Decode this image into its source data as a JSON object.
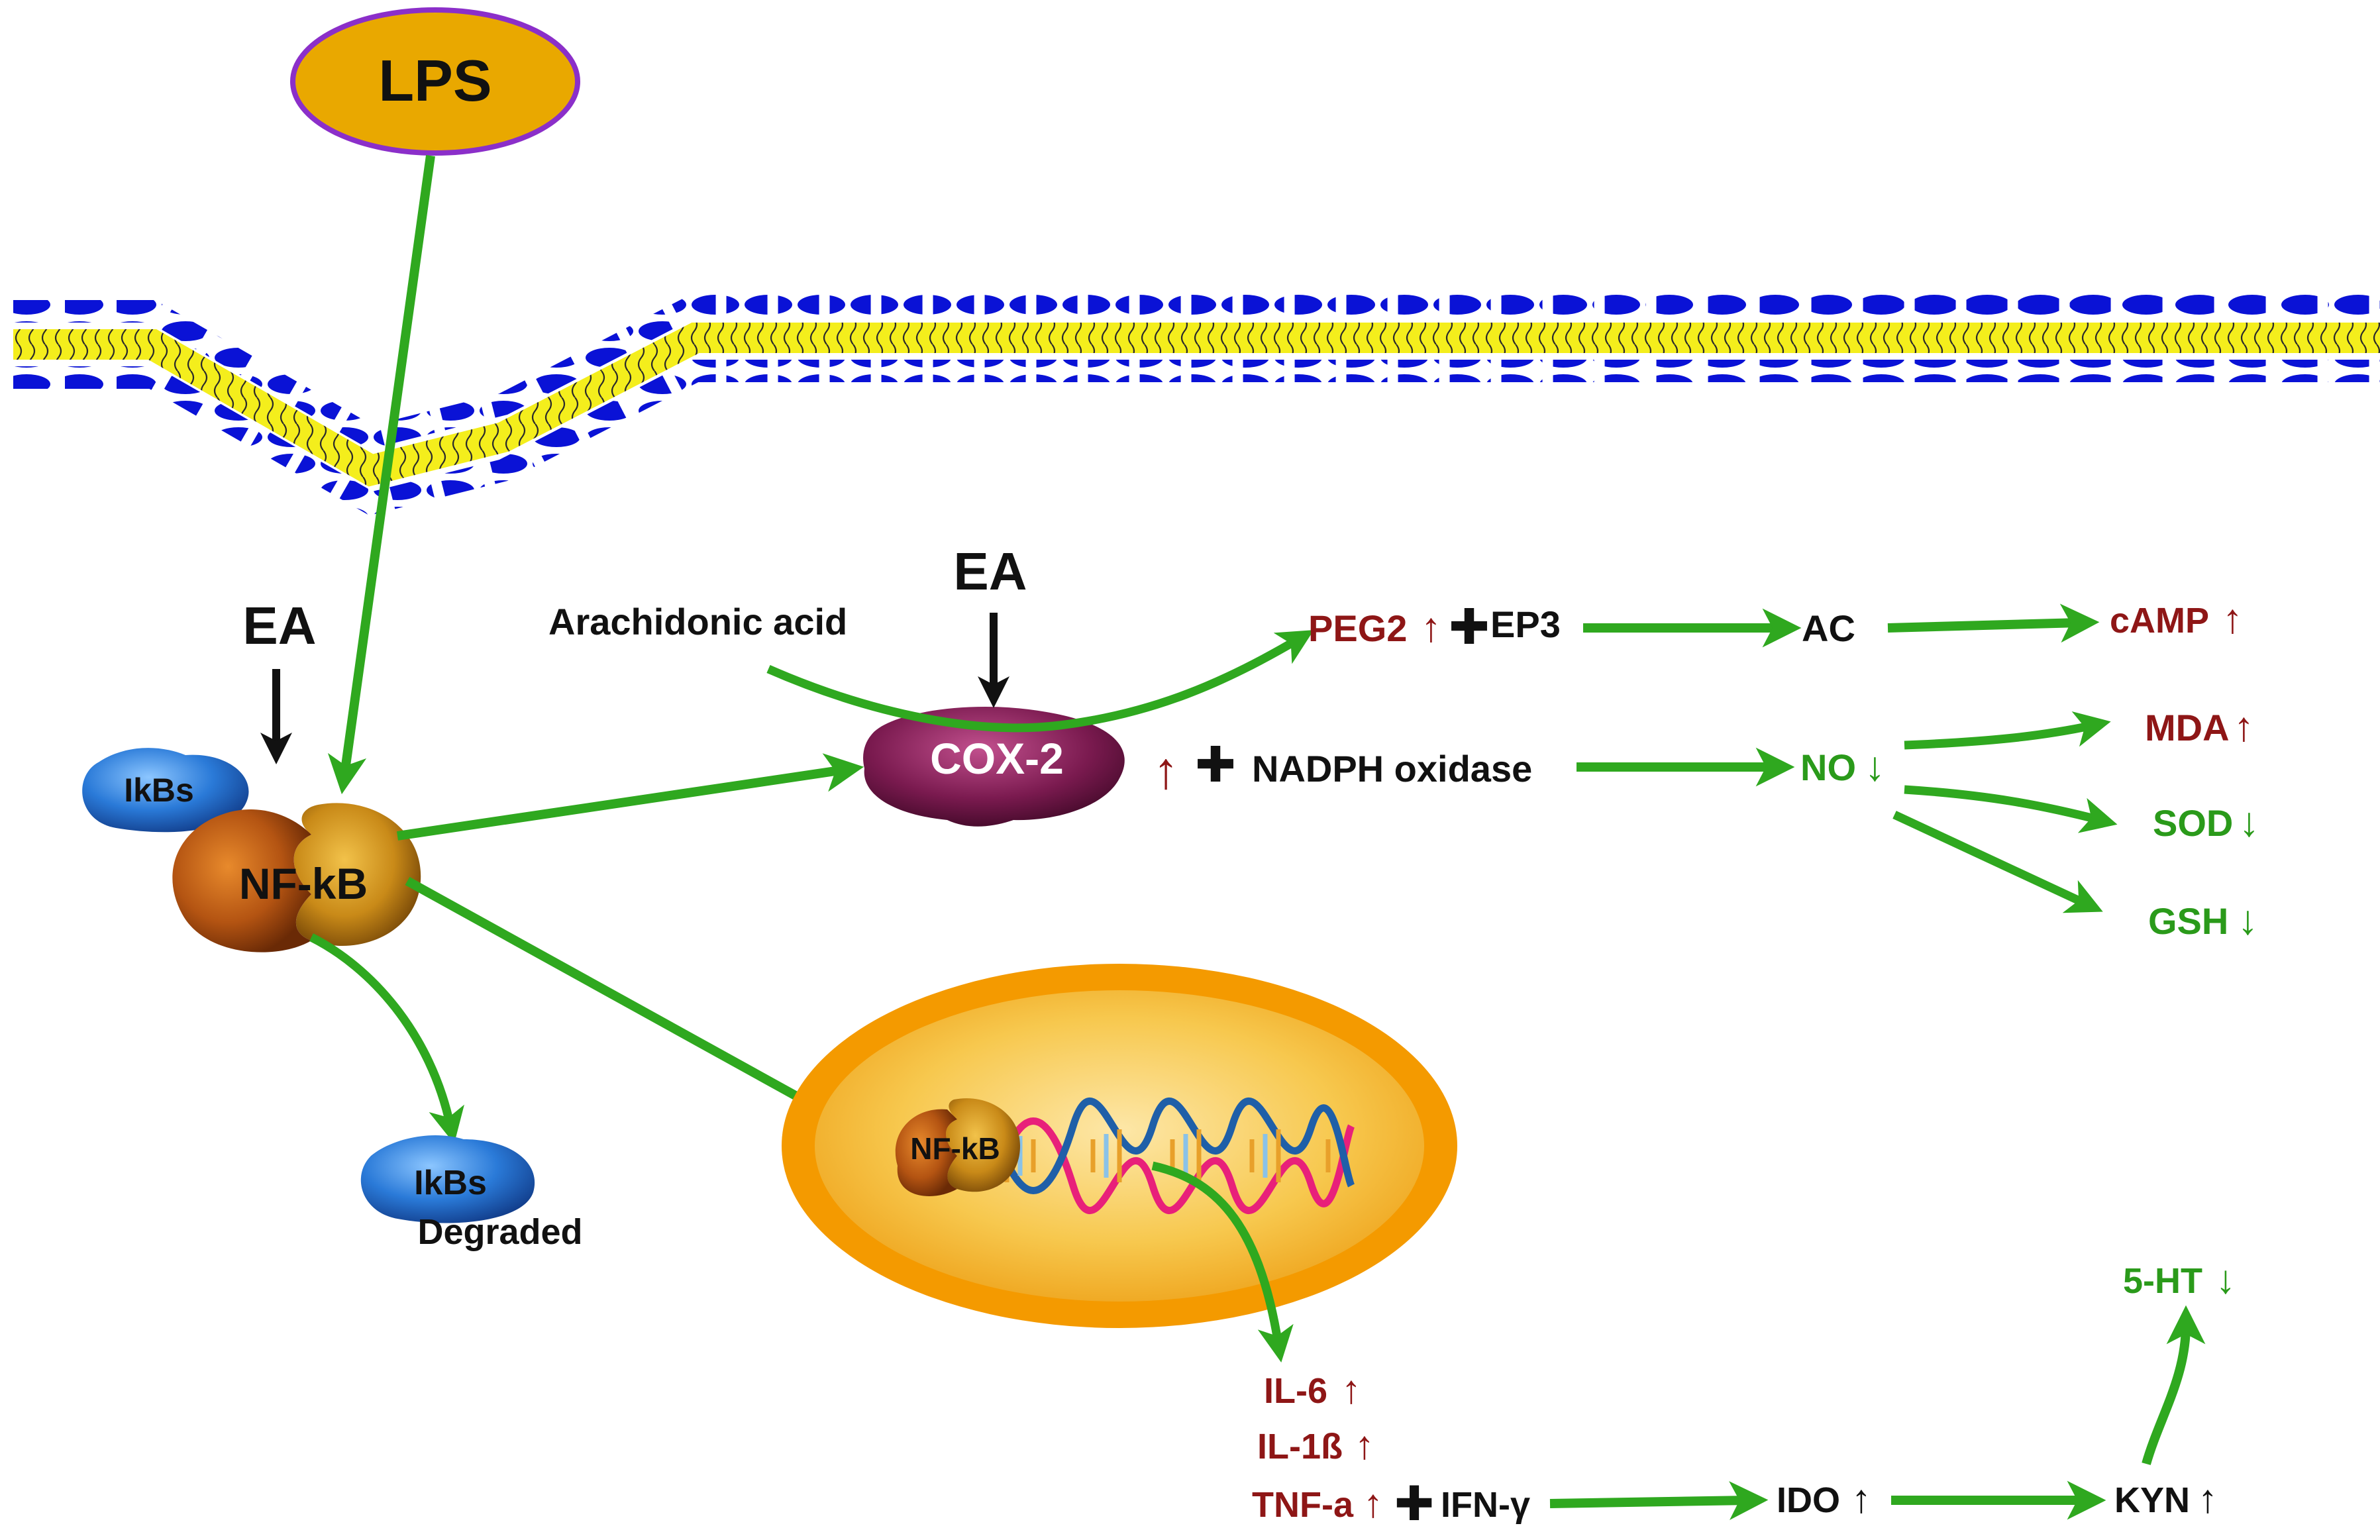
{
  "colors": {
    "arrow_green": "#2fa81f",
    "text_red": "#8e1616",
    "text_green": "#2a9a1a",
    "text_black": "#111111",
    "membrane_head": "#0a12d6",
    "membrane_tail": "#f4ee1c",
    "lps_fill": "#e9a800",
    "lps_border": "#8b2fc9",
    "nucleus_outer": "#f49a00",
    "nucleus_inner": "#f6c24a",
    "cox2_fill": "#7a1a4f",
    "nfkb_fill": "#a14a0e",
    "ikbs_fill": "#2a7ad8"
  },
  "labels": {
    "lps": "LPS",
    "ea_left": "EA",
    "ea_top": "EA",
    "arachidonic_acid": "Arachidonic acid",
    "peg2": "PEG2",
    "peg2_arrow": "↑",
    "plus_ep3": "✚",
    "ep3": "EP3",
    "ac": "AC",
    "camp": "cAMP",
    "camp_arrow": "↑",
    "cox2": "COX-2",
    "cox2_arrow": "↑",
    "plus_nadph": "✚",
    "nadph": "NADPH oxidase",
    "no": "NO",
    "no_arrow": "↓",
    "mda": "MDA",
    "mda_arrow": "↑",
    "sod": "SOD",
    "sod_arrow": "↓",
    "gsh": "GSH",
    "gsh_arrow": "↓",
    "ikbs_top": "IkBs",
    "nfkb_left": "NF-kB",
    "ikbs_bottom": "IkBs",
    "degraded": "Degraded",
    "nfkb_nucleus": "NF-kB",
    "il6": "IL-6",
    "il6_arrow": "↑",
    "il1b": "IL-1ß",
    "il1b_arrow": "↑",
    "tnfa": "TNF-a",
    "tnfa_arrow": "↑",
    "plus_ifn": "✚",
    "ifn": "IFN-γ",
    "ido": "IDO",
    "ido_arrow": "↑",
    "kyn": "KYN",
    "kyn_arrow": "↑",
    "ht5": "5-HT",
    "ht5_arrow": "↓"
  }
}
